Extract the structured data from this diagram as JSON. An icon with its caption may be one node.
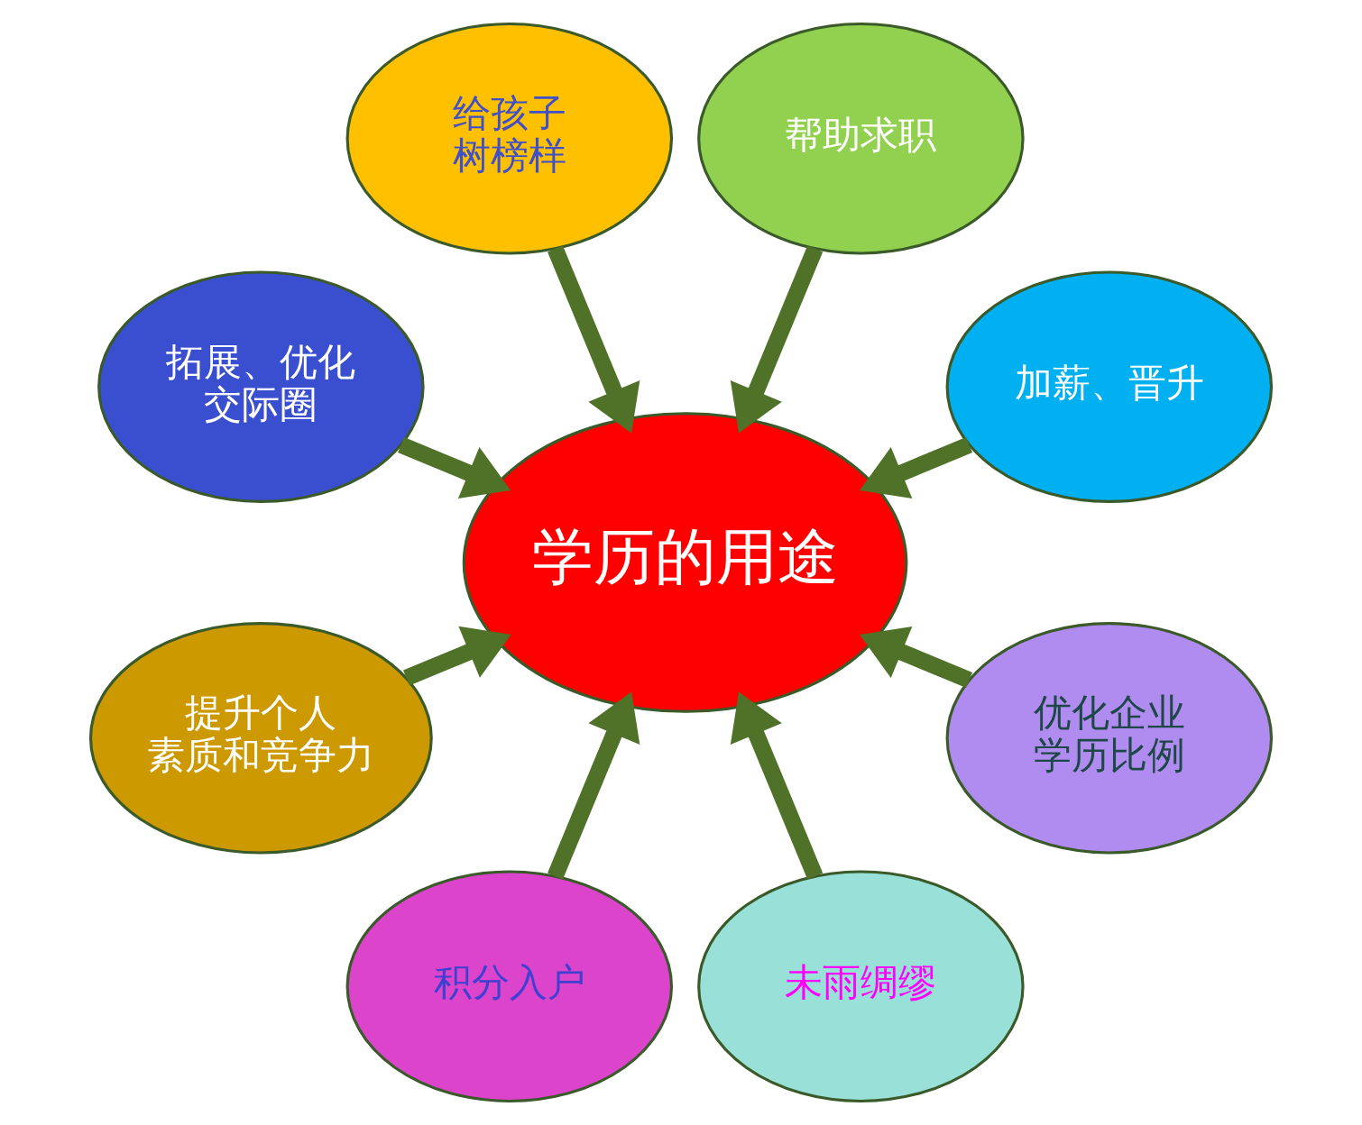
{
  "diagram": {
    "nodes": [
      {
        "text": [
          "给孩子树榜样"
        ]
      },
      {
        "text": [
          "帮助求职"
        ]
      },
      {
        "text": [
          "拓展、优化交际圈"
        ]
      },
      {
        "text": [
          "加薪、晋升"
        ]
      },
      {
        "text": [
          "学历的用途"
        ]
      },
      {
        "text": [
          "提升个人素质和竞争力"
        ]
      },
      {
        "text": [
          "优化企业学历比例"
        ]
      },
      {
        "text": [
          "积分入户"
        ]
      },
      {
        "text": [
          "未雨绸缪"
        ]
      }
    ],
    "edges": [
      {
        "from": 0,
        "to": 4,
        "arrow": "to"
      },
      {
        "from": 1,
        "to": 4,
        "arrow": "to"
      },
      {
        "from": 3,
        "to": 4,
        "arrow": "to"
      },
      {
        "from": 6,
        "to": 4,
        "arrow": "to"
      },
      {
        "from": 8,
        "to": 4,
        "arrow": "to"
      },
      {
        "from": 7,
        "to": 4,
        "arrow": "to"
      },
      {
        "from": 5,
        "to": 4,
        "arrow": "to"
      },
      {
        "from": 2,
        "to": 4,
        "arrow": "to"
      }
    ]
  }
}
